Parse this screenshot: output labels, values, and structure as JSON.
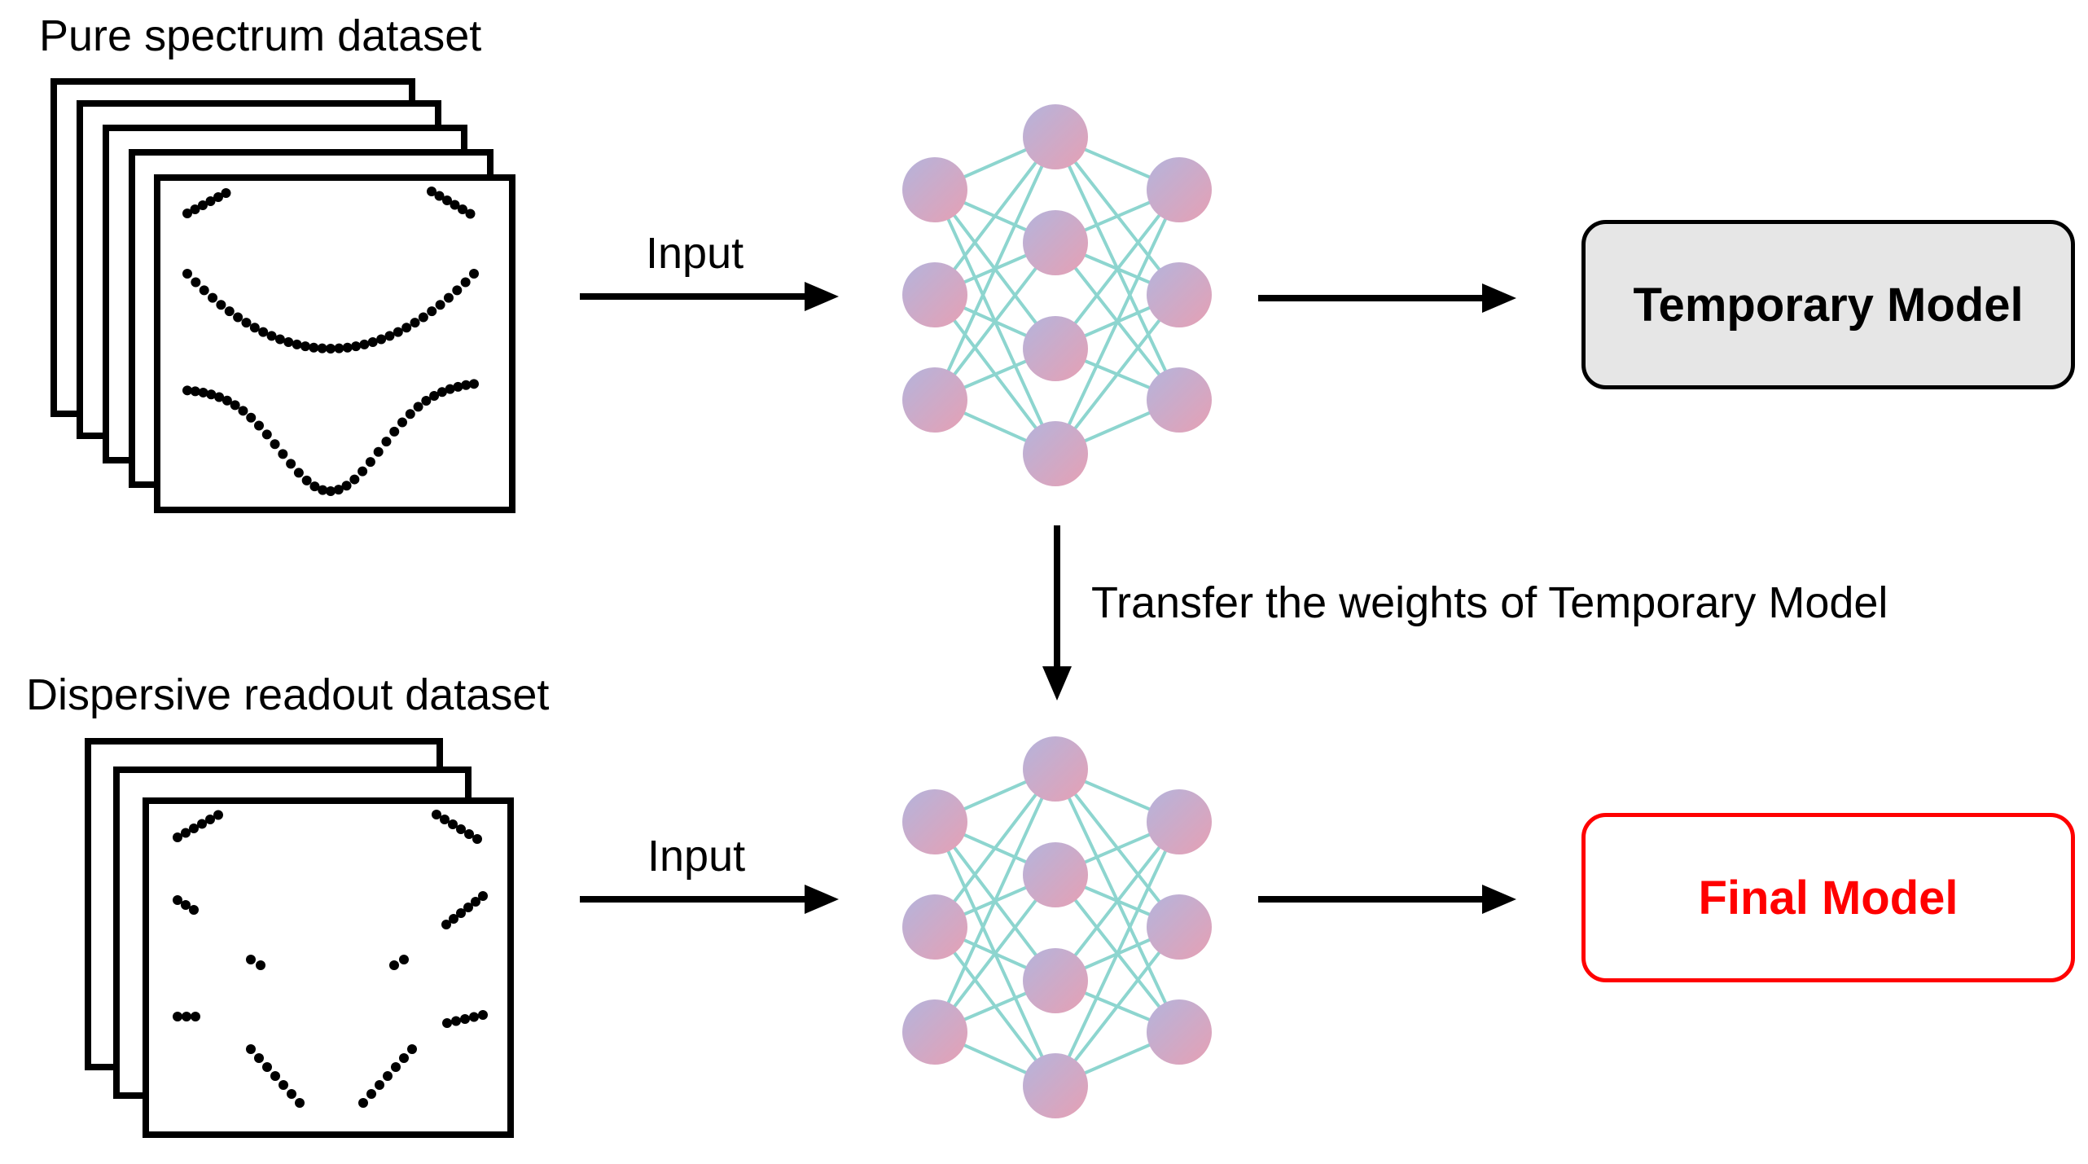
{
  "labels": {
    "pure_dataset": "Pure spectrum dataset",
    "dispersive_dataset": "Dispersive readout dataset",
    "input_top": "Input",
    "input_bottom": "Input",
    "transfer": "Transfer the weights of Temporary Model"
  },
  "models": {
    "temporary": "Temporary Model",
    "final": "Final Model"
  },
  "colors": {
    "temporary_box_fill": "#e6e6e6",
    "final_text": "#ff0000",
    "final_border": "#ff0000",
    "network_edge": "#8dd5cf",
    "node_gradient_top": "#b4b4dc",
    "node_gradient_bottom": "#e6a0b4",
    "ink": "#000000"
  },
  "icons": {
    "arrow": "right-arrow",
    "down_arrow": "down-arrow",
    "network": "neural-network-icon",
    "dataset_stack": "stacked-plot-frames-icon"
  }
}
